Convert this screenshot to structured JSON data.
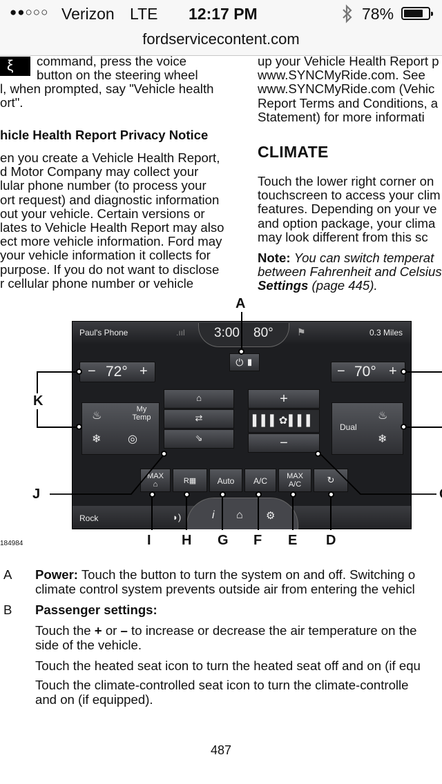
{
  "status_bar": {
    "signal_dots": "●●○○○",
    "carrier": "Verizon",
    "network": "LTE",
    "time": "12:17 PM",
    "bluetooth_icon": "bluetooth-icon",
    "battery_percent": "78%",
    "battery_level": 0.78
  },
  "url_bar": {
    "domain": "fordservicecontent.com"
  },
  "left_column": {
    "lines_top": [
      "command, press the voice",
      "button on the steering wheel",
      "l, when prompted, say \"Vehicle health",
      "ort\"."
    ],
    "privacy_heading": "hicle Health Report Privacy Notice",
    "privacy_lines": [
      "en you create a Vehicle Health Report,",
      "d Motor Company may collect your",
      "lular phone number (to process your",
      "ort request) and diagnostic information",
      "out your vehicle. Certain versions or",
      "lates to Vehicle Health Report may also",
      "ect more vehicle information. Ford may",
      "your vehicle information it collects for",
      "purpose. If you do not want to disclose",
      "r cellular phone number or vehicle"
    ]
  },
  "right_column": {
    "lines_top": [
      "up your Vehicle Health Report p",
      "www.SYNCMyRide.com. See",
      "www.SYNCMyRide.com (Vehic",
      "Report Terms and Conditions, a",
      "Statement) for more informati"
    ],
    "climate_heading": "CLIMATE",
    "climate_lines": [
      "Touch the lower right corner on",
      "touchscreen to access your clim",
      "features. Depending on your ve",
      "and option package, your clima",
      "may look different from this sc"
    ],
    "note_label": "Note:",
    "note_line1": "You can switch temperat",
    "note_line2": "between Fahrenheit and Celsius",
    "note_settings": "Settings",
    "note_page": "(page 445)."
  },
  "figure": {
    "image_number": "184984",
    "callouts": {
      "A": "A",
      "K": "K",
      "J": "J",
      "I": "I",
      "H": "H",
      "G": "G",
      "F": "F",
      "E": "E",
      "D": "D",
      "C": "C"
    },
    "screen": {
      "phone": "Paul's Phone",
      "time": "3:00",
      "outside_temp": "80°",
      "distance": "0.3 Miles",
      "driver_temp": "72°",
      "passenger_temp": "70°",
      "minus": "−",
      "plus": "+",
      "my_temp": "My Temp",
      "dual": "Dual",
      "max_defrost": "MAX",
      "auto": "Auto",
      "ac": "A/C",
      "max_ac_1": "MAX",
      "max_ac_2": "A/C",
      "source": "Rock"
    }
  },
  "descriptions": [
    {
      "letter": "A",
      "title": "Power:",
      "text1": "Touch the button to turn the system on and off. Switching o",
      "text2": "climate control system prevents outside air from entering the vehicl"
    },
    {
      "letter": "B",
      "title": "Passenger settings:"
    }
  ],
  "passenger_paragraphs": [
    {
      "line1": "Touch the ",
      "plus": "+",
      "or": " or ",
      "minus": "–",
      "rest": " to increase or decrease the air temperature on the",
      "line2": "side of the vehicle."
    },
    {
      "line1": "Touch the heated seat icon to turn the heated seat off and on (if equ"
    },
    {
      "line1": "Touch the climate-controlled seat icon to turn the climate-controlle",
      "line2": "and on (if equipped)."
    }
  ],
  "page_number": "487"
}
